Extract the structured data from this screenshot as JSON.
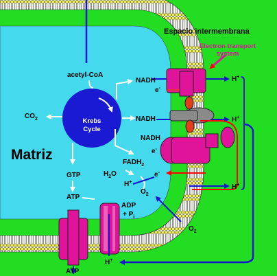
{
  "labels": {
    "espacio": "Espacio intermembrana",
    "ets_line1": "Electron transport",
    "ets_line2": "system",
    "matriz": "Matriz",
    "krebs_line1": "Krebs",
    "krebs_line2": "Cycle",
    "acetyl": "acetyl-CoA",
    "co2": "CO",
    "co2_sub": "2",
    "nadh_top": "NADH",
    "nadh_mid": "NADH",
    "nadh_low": "NADH",
    "fadh2": "FADH",
    "fadh2_sub": "2",
    "gtp": "GTP",
    "atp_mid": "ATP",
    "atp_bottom": "ATP",
    "h2o": "H",
    "h2o_sub": "2",
    "h2o_tail": "O",
    "o2_mid": "O",
    "o2_mid_sub": "2",
    "o2_low": "O",
    "o2_low_sub": "2",
    "adp": "ADP",
    "pi_prefix": "+ P",
    "pi_sub": "i",
    "e_minus_1": "e",
    "e_minus_2": "e",
    "e_minus_3": "e",
    "minus": "-",
    "h_plus_in": "H",
    "h_plus_1": "H",
    "h_plus_2": "H",
    "h_plus_3": "H",
    "h_plus_bottom": "H",
    "plus": "+"
  },
  "colors": {
    "background": "#22dd22",
    "matrix": "#44d9ec",
    "lipid_head": "#f4f455",
    "protein": "#e0139b",
    "arrow_blue": "#1414d2",
    "krebs": "#1a1ad2",
    "electron": "#e33d1c",
    "complex_gray": "#8a8a8a",
    "red_line": "#ff0000"
  }
}
